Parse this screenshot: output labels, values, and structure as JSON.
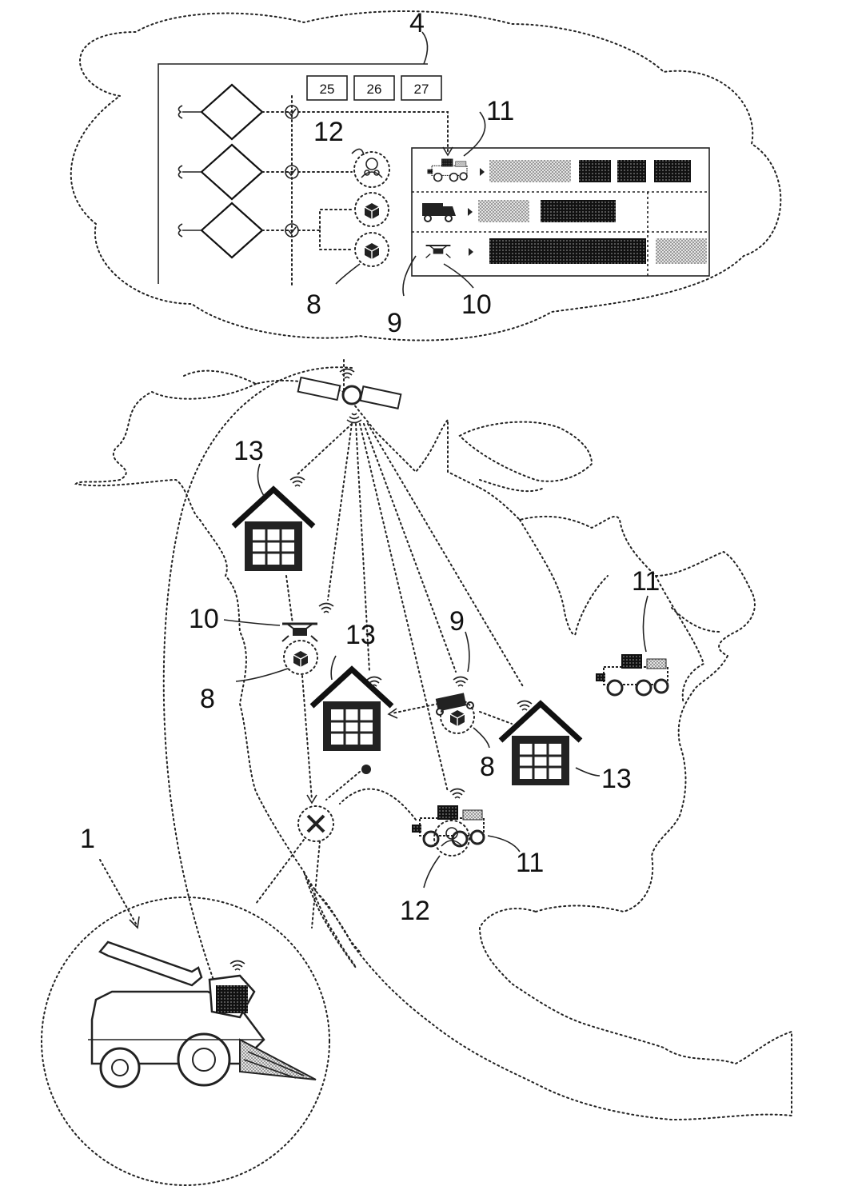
{
  "labels": {
    "platform": "4",
    "box_a": "25",
    "box_b": "26",
    "box_c": "27",
    "vehicle_top": "11",
    "processor_top": "12",
    "container_top": "8",
    "truck_top": "9",
    "drone_top": "10",
    "storage_nw": "13",
    "drone_map": "10",
    "container_map": "8",
    "storage_center": "13",
    "truck_map": "9",
    "container_mid": "8",
    "storage_east": "13",
    "vehicle_east": "11",
    "vehicle_south": "11",
    "processor_south": "12",
    "harvester": "1"
  },
  "colors": {
    "ink": "#111111",
    "background": "#ffffff",
    "hatch_light": "#bdbdbd",
    "hatch_dark": "#2a2a2a"
  },
  "icons": [
    "cloud",
    "flowchart-diamond",
    "check-node",
    "processor-icon",
    "container-icon",
    "vehicle-icon",
    "truck-icon",
    "drone-icon",
    "satellite-icon",
    "warehouse-icon",
    "signal-icon",
    "destination-x-icon",
    "forage-harvester"
  ]
}
